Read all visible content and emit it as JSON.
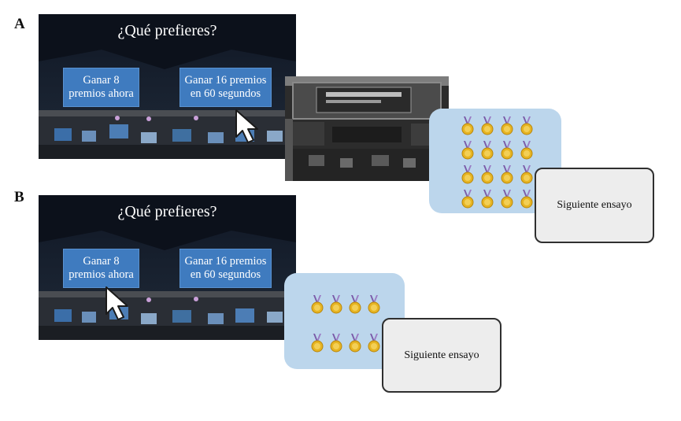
{
  "panels": [
    {
      "letter": "A",
      "question": "¿Qué prefieres?",
      "option_now": "Ganar 8 premios ahora",
      "option_later": "Ganar 16 premios en 60 segundos",
      "selected": "option_later",
      "medal_count": 16,
      "next_label": "Siguiente ensayo"
    },
    {
      "letter": "B",
      "question": "¿Qué prefieres?",
      "option_now": "Ganar 8 premios ahora",
      "option_later": "Ganar 16 premios en 60 segundos",
      "selected": "option_now",
      "medal_count": 8,
      "next_label": "Siguiente ensayo"
    }
  ],
  "colors": {
    "choice_button": "#3f7bbf",
    "reward_panel": "#bcd6ec",
    "next_button": "#ededed",
    "medal_gold": "#e6b422",
    "ribbon": "#7a5aa8"
  }
}
